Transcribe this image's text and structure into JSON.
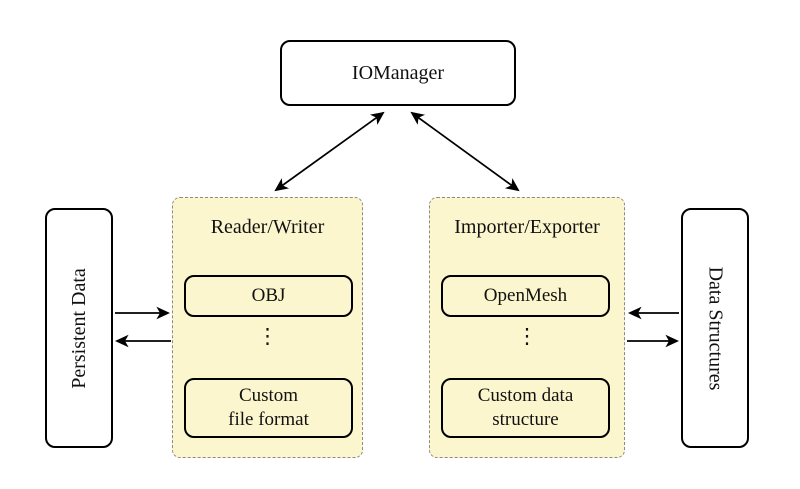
{
  "colors": {
    "background": "#ffffff",
    "panel_fill": "#fbf6cd",
    "panel_border": "#8b8b8b",
    "node_fill": "#ffffff",
    "node_border": "#000000",
    "arrow": "#000000",
    "text": "#111111"
  },
  "nodes": {
    "iomanager": {
      "label": "IOManager"
    },
    "persistent_data": {
      "label": "Persistent Data"
    },
    "data_structures": {
      "label": "Data Structures"
    },
    "reader_writer": {
      "title": "Reader/Writer",
      "items": [
        "OBJ",
        "⋮",
        "Custom\nfile format"
      ]
    },
    "importer_exporter": {
      "title": "Importer/Exporter",
      "items": [
        "OpenMesh",
        "⋮",
        "Custom data\nstructure"
      ]
    }
  },
  "edges": [
    {
      "from": "iomanager",
      "to": "reader_writer",
      "style": "bidirectional"
    },
    {
      "from": "iomanager",
      "to": "importer_exporter",
      "style": "bidirectional"
    },
    {
      "from": "persistent_data",
      "to": "reader_writer",
      "style": "one-way"
    },
    {
      "from": "reader_writer",
      "to": "persistent_data",
      "style": "one-way"
    },
    {
      "from": "data_structures",
      "to": "importer_exporter",
      "style": "one-way"
    },
    {
      "from": "importer_exporter",
      "to": "data_structures",
      "style": "one-way"
    }
  ]
}
